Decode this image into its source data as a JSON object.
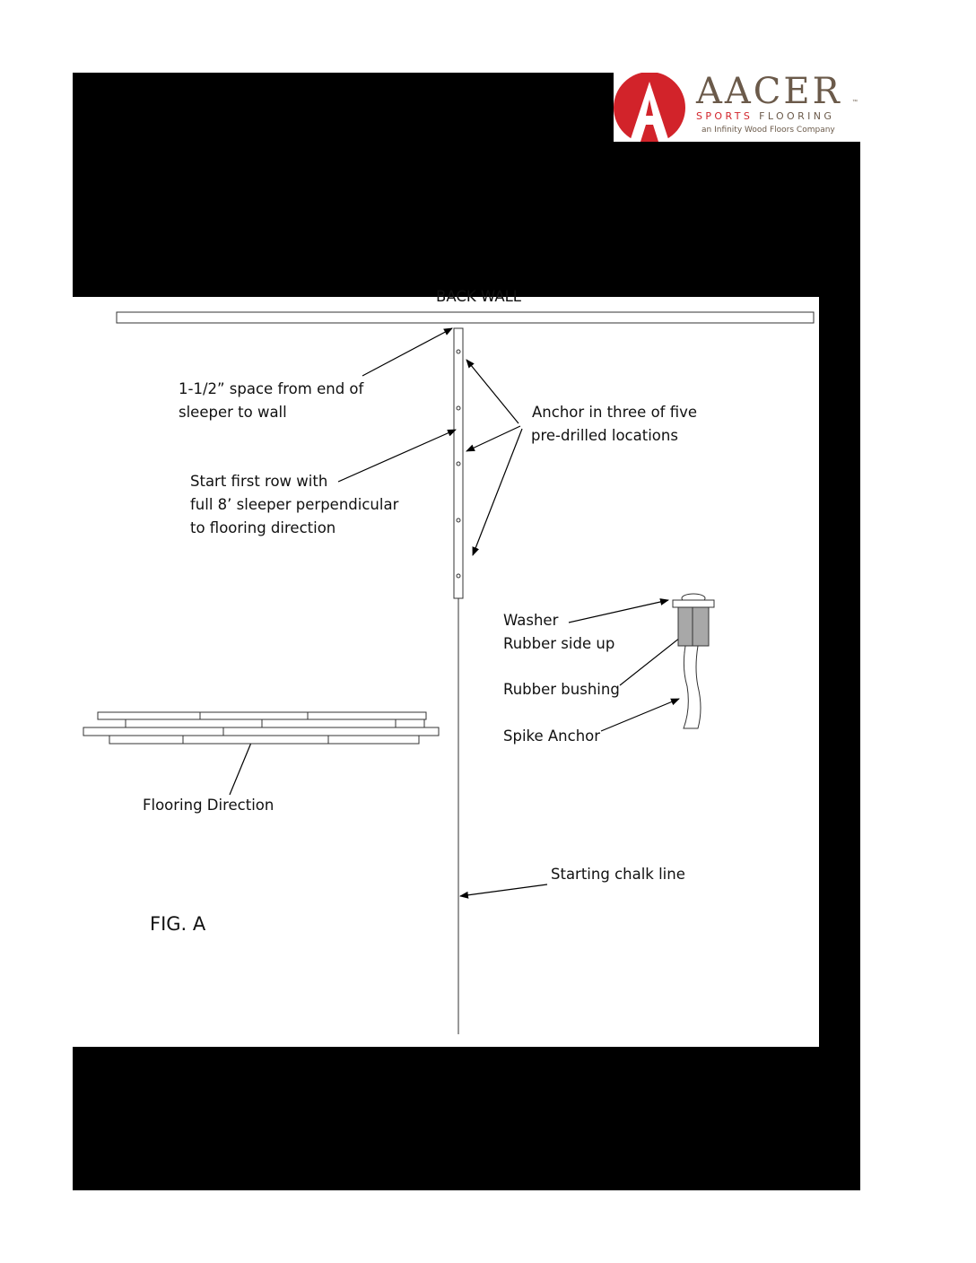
{
  "logo": {
    "wordmark": "AACER",
    "tagline_part1": "SPORTS ",
    "tagline_part2": "FLOORING",
    "company": "an Infinity Wood Floors Company",
    "tm": "™",
    "colors": {
      "red": "#d2232a",
      "brown": "#6b5a4a"
    }
  },
  "diagram": {
    "back_wall": "BACK WALL",
    "space_note": [
      "1-1/2” space from end of",
      "sleeper to wall"
    ],
    "first_row_note": [
      "Start first row with",
      "full 8’ sleeper perpendicular",
      "to flooring direction"
    ],
    "anchor_note": [
      "Anchor in three of five",
      "pre-drilled locations"
    ],
    "washer_note": [
      "Washer",
      "Rubber side up"
    ],
    "bushing_note": "Rubber bushing",
    "spike_note": "Spike Anchor",
    "flooring_direction": "Flooring Direction",
    "chalk_line": "Starting chalk line",
    "figure_label": "FIG. A"
  }
}
